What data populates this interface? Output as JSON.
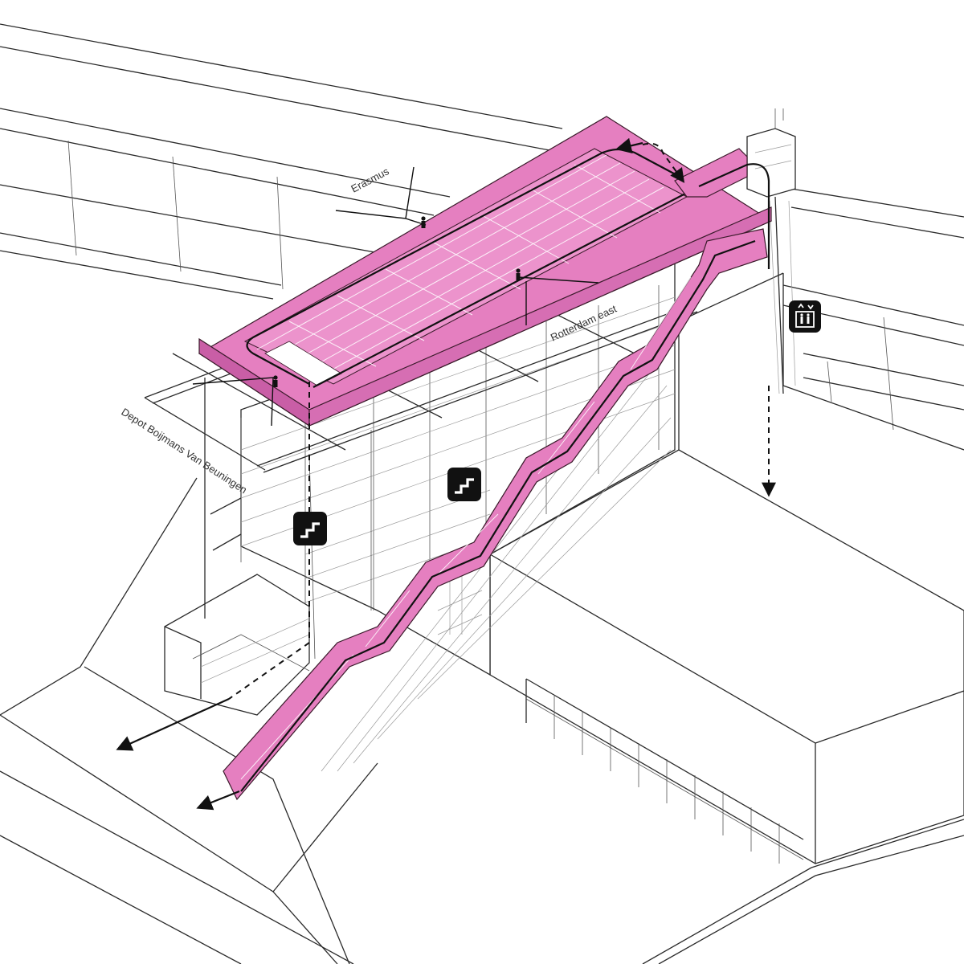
{
  "labels": {
    "erasmus": "Erasmus",
    "rotterdam_east": "Rotterdam east",
    "depot": "Depot Boijmans Van Beuningen"
  },
  "icons": {
    "stairs": "stairs-icon",
    "elevator": "elevator-icon",
    "person": "person-icon",
    "arrow": "arrow-head-icon"
  },
  "colors": {
    "roof": "#e57fc0",
    "roof_dark": "#c95ea6",
    "badge": "#111111",
    "line": "#2a2a2a",
    "background": "#ffffff"
  }
}
